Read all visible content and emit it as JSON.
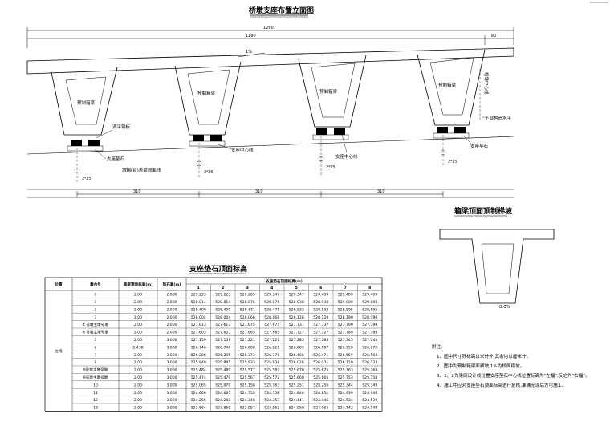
{
  "title_main": "桥墩支座布置立面图",
  "title_table": "支座垫石顶面标高",
  "title_section": "箱梁顶面顶制梯坡",
  "dims": {
    "top_total": "1260",
    "top_left": "1180",
    "top_right": "80",
    "slope": "1%",
    "bottom_a": "310",
    "bottom_b": "310",
    "bottom_c": "310",
    "small_a": "2*25",
    "small_b": "2*25",
    "small_c": "2*25",
    "small_d": "2*25"
  },
  "labels": {
    "box1": "预制箱梁",
    "box2": "预制箱梁",
    "box3": "预制箱梁",
    "box4": "预制箱梁",
    "steel_plate": "调平钢板",
    "bearing_pad": "支座垫石",
    "pier_cap": "墩帽(台)盖梁顶面线",
    "bearing_center": "支座中心线",
    "beam_center": "支座中心线",
    "bearing_pad2": "支座垫石",
    "bridge_center": "桥墩中心线",
    "bottom_plane": "下部构造水平",
    "section_slope": "0.0%"
  },
  "table": {
    "col_position": "位置",
    "col_pier": "墩台号",
    "col_c3": "盖梁顶面标高(m)",
    "col_c4": "垫石高(m)",
    "col_group": "支座垫石顶面标高(m)",
    "sub_cols": [
      "1",
      "2",
      "3",
      "4",
      "5",
      "6",
      "7",
      "8"
    ],
    "position_value": "左线",
    "rows": [
      {
        "pier": "0",
        "c3": "2.00",
        "c4": "2.000",
        "v": [
          "529.223",
          "529.223",
          "529.285",
          "529.347",
          "529.347",
          "529.409",
          "529.409",
          "529.409"
        ]
      },
      {
        "pier": "1",
        "c3": "2.00",
        "c4": "2.000",
        "v": [
          "528.814",
          "528.814",
          "528.876",
          "528.876",
          "528.938",
          "528.938",
          "529.000",
          "529.000"
        ]
      },
      {
        "pier": "2",
        "c3": "2.00",
        "c4": "2.000",
        "v": [
          "528.409",
          "528.409",
          "528.471",
          "528.471",
          "528.533",
          "528.533",
          "528.595",
          "528.595"
        ]
      },
      {
        "pier": "3",
        "c3": "2.00",
        "c4": "2.000",
        "v": [
          "528.004",
          "528.004",
          "528.066",
          "528.066",
          "528.128",
          "528.128",
          "528.190",
          "528.190"
        ]
      },
      {
        "pier": "4 号墩主墩号墩",
        "c3": "2.00",
        "c4": "2.000",
        "v": [
          "527.613",
          "527.613",
          "527.675",
          "527.675",
          "527.737",
          "527.737",
          "527.799",
          "527.799"
        ]
      },
      {
        "pier": "4 号墩主墩号墩",
        "c3": "2.00",
        "c4": "2.000",
        "v": [
          "527.603",
          "527.603",
          "527.665",
          "527.665",
          "527.727",
          "527.727",
          "527.789",
          "527.789"
        ]
      },
      {
        "pier": "5",
        "c3": "2.00",
        "c4": "3.000",
        "v": [
          "527.159",
          "527.159",
          "527.221",
          "527.221",
          "527.283",
          "527.283",
          "527.345",
          "527.345"
        ]
      },
      {
        "pier": "6",
        "c3": "2.438",
        "c4": "3.000",
        "v": [
          "526.746",
          "526.746",
          "526.808",
          "526.821",
          "526.883",
          "526.897",
          "526.959",
          "526.972"
        ]
      },
      {
        "pier": "7",
        "c3": "2.00",
        "c4": "3.000",
        "v": [
          "526.288",
          "526.295",
          "526.373",
          "526.378",
          "526.466",
          "526.471",
          "526.559",
          "526.564"
        ]
      },
      {
        "pier": "8",
        "c3": "2.00",
        "c4": "3.000",
        "v": [
          "525.840",
          "525.845",
          "525.933",
          "525.938",
          "526.026",
          "526.031",
          "526.119",
          "526.124"
        ]
      },
      {
        "pier": "9号墩主墩号墩",
        "c3": "2.00",
        "c4": "3.000",
        "v": [
          "525.484",
          "525.489",
          "525.577",
          "525.582",
          "525.670",
          "525.675",
          "525.763",
          "525.768"
        ]
      },
      {
        "pier": "9号墩主墩号墩",
        "c3": "2.00",
        "c4": "3.000",
        "v": [
          "525.474",
          "525.479",
          "525.567",
          "525.572",
          "525.660",
          "525.665",
          "525.753",
          "525.758"
        ]
      },
      {
        "pier": "10",
        "c3": "2.00",
        "c4": "3.000",
        "v": [
          "525.065",
          "525.070",
          "525.158",
          "525.163",
          "525.251",
          "525.256",
          "525.344",
          "525.349"
        ]
      },
      {
        "pier": "11",
        "c3": "2.00",
        "c4": "3.000",
        "v": [
          "524.660",
          "524.665",
          "524.753",
          "524.758",
          "524.846",
          "524.851",
          "524.939",
          "524.944"
        ]
      },
      {
        "pier": "12",
        "c3": "2.00",
        "c4": "3.000",
        "v": [
          "524.255",
          "524.260",
          "524.348",
          "524.353",
          "524.441",
          "524.446",
          "524.534",
          "524.539"
        ]
      },
      {
        "pier": "13",
        "c3": "2.00",
        "c4": "3.000",
        "v": [
          "523.864",
          "523.869",
          "523.957",
          "523.962",
          "524.050",
          "524.055",
          "524.143",
          "524.148"
        ]
      }
    ]
  },
  "notes": {
    "heading": "附注:",
    "n1": "1、图中尺寸除标高以米计外,其余均以厘米计。",
    "n2": "2、图中为预制箱梁面横坡,1%为桥面横坡。",
    "n3": "3、1、2为梁底设计线位置支座垫石中心线位置标高为\"左幅\",反之为\"右幅\"。",
    "n4": "4、施工中应对支座垫石顶面标高进行复核,准确无误后方可施工。"
  }
}
